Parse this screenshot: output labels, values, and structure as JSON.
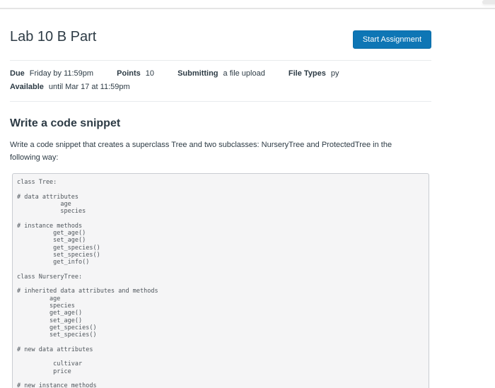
{
  "page": {
    "title": "Lab 10 B Part",
    "start_button_label": "Start Assignment"
  },
  "meta": {
    "items": [
      {
        "label": "Due",
        "value": "Friday by 11:59pm"
      },
      {
        "label": "Points",
        "value": "10"
      },
      {
        "label": "Submitting",
        "value": "a file upload"
      },
      {
        "label": "File Types",
        "value": "py"
      }
    ],
    "available": {
      "label": "Available",
      "value": "until Mar 17 at 11:59pm"
    }
  },
  "content": {
    "heading": "Write a code snippet",
    "description": "Write a code snippet that creates a superclass Tree and two subclasses: NurseryTree and ProtectedTree in the following way:",
    "code": "class Tree:\n\n# data attributes\n            age\n            species\n\n# instance methods\n          get_age()\n          set_age()\n          get_species()\n          set_species()\n          get_info()\n\nclass NurseryTree:\n\n# inherited data attributes and methods\n         age\n         species\n         get_age()\n         set_age()\n         get_species()\n         set_species()\n\n# new data attributes\n\n          cultivar\n          price\n\n# new instance methods"
  },
  "colors": {
    "accent": "#0e76b5",
    "accent-border": "#0a6da8",
    "text": "#2d3b45",
    "divider": "#e8ebed",
    "hairline": "#e5e5e5",
    "code-bg": "#f5f5f6",
    "code-border": "#c9cdd2",
    "code-text": "#4f565c"
  }
}
